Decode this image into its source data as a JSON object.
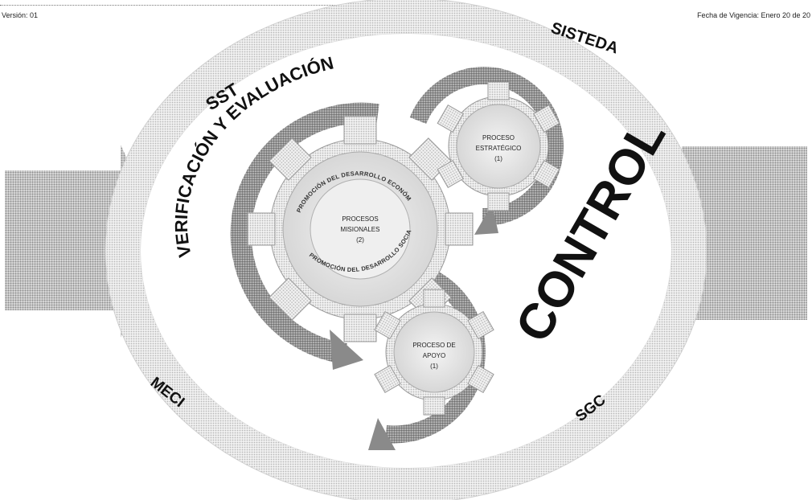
{
  "header": {
    "version": "Versión: 01",
    "validity": "Fecha de Vigencia: Enero 20 de 20"
  },
  "ring_labels": {
    "sst": "SST",
    "verification": "VERIFICACIÓN Y EVALUACIÓN",
    "sisteda": "SISTEDA",
    "control": "CONTROL",
    "meci": "MECI",
    "sgc": "SGC"
  },
  "gears": {
    "missional": {
      "line1": "PROCESOS",
      "line2": "MISIONALES",
      "line3": "(2)"
    },
    "strategic": {
      "line1": "PROCESO",
      "line2": "ESTRATÉGICO",
      "line3": "(1)"
    },
    "support": {
      "line1": "PROCESO DE",
      "line2": "APOYO",
      "line3": "(1)"
    }
  },
  "missional_arcs": {
    "economic": "PROMOCIÓN DEL DESARROLLO ECONÓMICO",
    "social": "PROMOCIÓN DEL DESARROLLO SOCIAL"
  },
  "colors": {
    "halftone_light": "#e4e4e4",
    "halftone_mid": "#c8c8c8",
    "halftone_dark": "#9a9a9a",
    "ink": "#111111"
  }
}
